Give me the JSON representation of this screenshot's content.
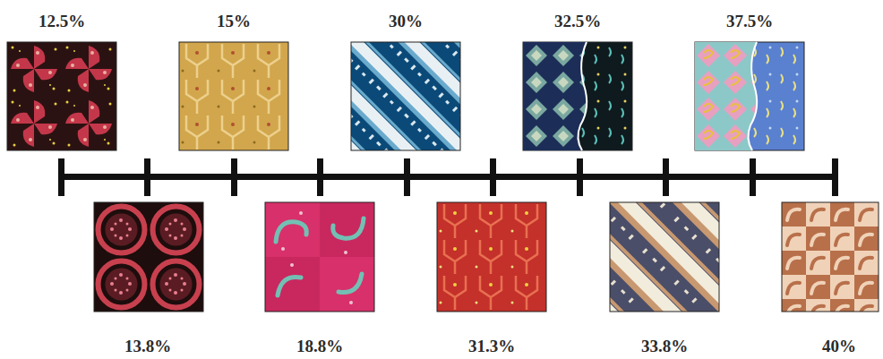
{
  "diagram": {
    "labels": [
      "12.5%",
      "13.8%",
      "15%",
      "18.8%",
      "30%",
      "31.3%",
      "32.5%",
      "33.8%",
      "37.5%",
      "40%"
    ]
  }
}
